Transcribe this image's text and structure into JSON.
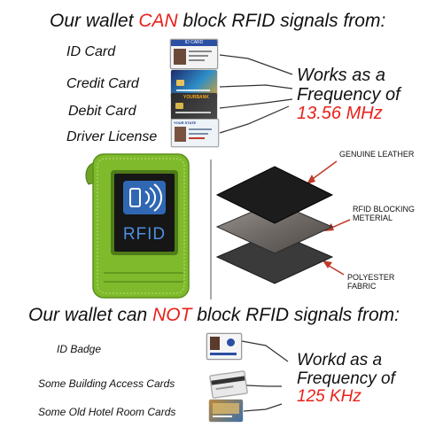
{
  "colors": {
    "accent_red": "#e8211b",
    "wallet_green": "#7fba2c",
    "rfid_blue": "#2f67b3"
  },
  "top_section": {
    "title_part1": "Our wallet ",
    "title_emphasis": "CAN",
    "title_part2": " block  RFID signals from:",
    "items": [
      {
        "label": "ID Card"
      },
      {
        "label": "Credit Card"
      },
      {
        "label": "Debit Card"
      },
      {
        "label": "Driver License"
      }
    ],
    "frequency": {
      "line1": "Works as a",
      "line2": "Frequency of",
      "value": "13.56 MHz"
    }
  },
  "wallet": {
    "badge_text": "RFID",
    "icon": "rfid-wave-icon"
  },
  "layers": [
    {
      "label_lines": [
        "GENUINE LEATHER"
      ]
    },
    {
      "label_lines": [
        "RFID BLOCKING",
        "METERIAL"
      ]
    },
    {
      "label_lines": [
        "POLYESTER",
        "FABRIC"
      ]
    }
  ],
  "bottom_section": {
    "title_part1": "Our wallet can ",
    "title_emphasis": "NOT",
    "title_part2": " block  RFID signals from:",
    "items": [
      {
        "label": "ID Badge"
      },
      {
        "label": "Some Building Access Cards"
      },
      {
        "label": "Some Old Hotel Room Cards"
      }
    ],
    "frequency": {
      "line1": "Workd as a",
      "line2": "Frequency of",
      "value": "125 KHz"
    }
  },
  "card_texts": {
    "id_card_header": "ID CARD",
    "debit_brand": "YOURBANK",
    "license_brand": "YOUR STATE"
  }
}
